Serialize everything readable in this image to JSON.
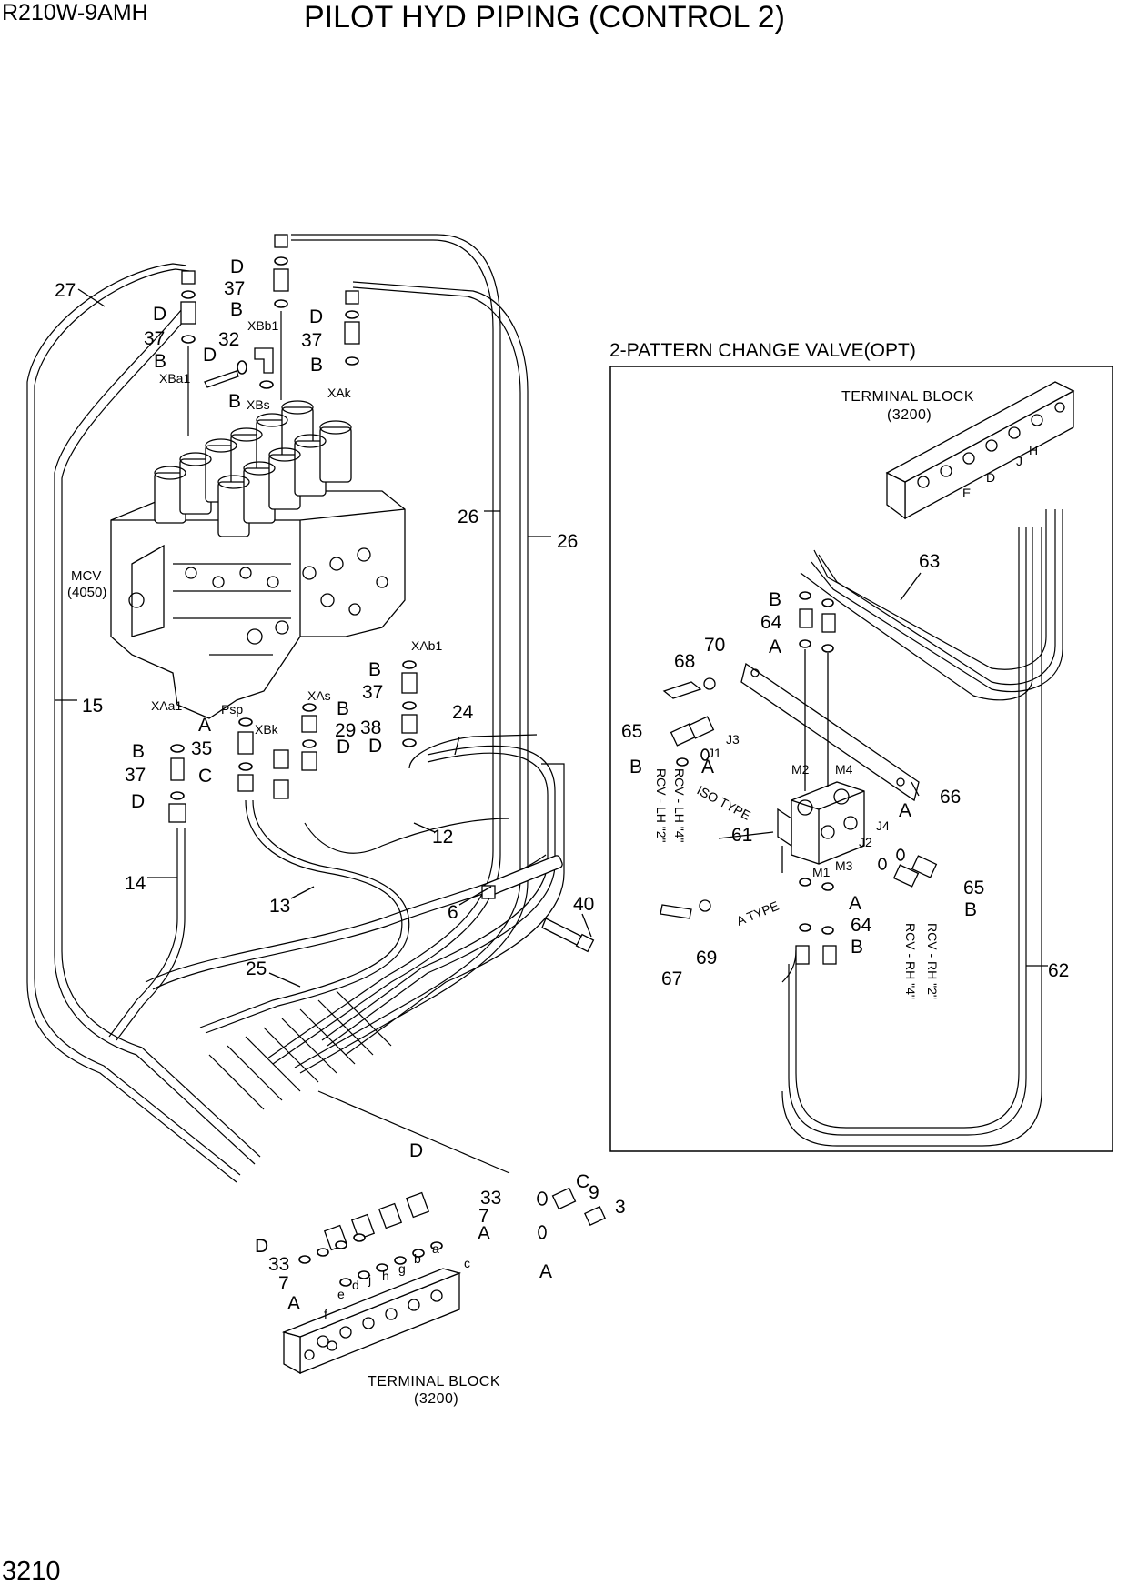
{
  "header": {
    "model": "R210W-9AMH",
    "title": "PILOT HYD PIPING (CONTROL 2)"
  },
  "page_number": "3210",
  "option_box": {
    "title": "2-PATTERN CHANGE VALVE(OPT)"
  },
  "mcv": {
    "name": "MCV",
    "ref": "(4050)"
  },
  "terminal_block_top": {
    "name": "TERMINAL BLOCK",
    "ref": "(3200)"
  },
  "terminal_block_bottom": {
    "name": "TERMINAL BLOCK",
    "ref": "(3200)"
  },
  "callouts": {
    "c27": "27",
    "c26a": "26",
    "c26b": "26",
    "c15": "15",
    "c14": "14",
    "c13": "13",
    "c12": "12",
    "c25": "25",
    "c24": "24",
    "c6": "6",
    "c40": "40",
    "c29": "29",
    "c35": "35",
    "c38": "38",
    "c37a": "37",
    "c37b": "37",
    "c37c": "37",
    "c37d": "37",
    "c37e": "37",
    "c32": "32",
    "c33a": "33",
    "c33b": "33",
    "c7a": "7",
    "c7b": "7",
    "c9": "9",
    "c3": "3",
    "c63": "63",
    "c64a": "64",
    "c64b": "64",
    "c68": "68",
    "c70": "70",
    "c65a": "65",
    "c65b": "65",
    "c66": "66",
    "c61": "61",
    "c67": "67",
    "c69": "69",
    "c62": "62"
  },
  "letters": {
    "D1": "D",
    "D2": "D",
    "D3": "D",
    "D4": "D",
    "D5": "D",
    "D6": "D",
    "D7": "D",
    "D8": "D",
    "D9": "D",
    "B1": "B",
    "B2": "B",
    "B3": "B",
    "B4": "B",
    "B5": "B",
    "B6": "B",
    "B7": "B",
    "B8": "B",
    "B9": "B",
    "B10": "B",
    "B11": "B",
    "A1": "A",
    "A2": "A",
    "A3": "A",
    "A4": "A",
    "A5": "A",
    "A6": "A",
    "A7": "A",
    "A8": "A",
    "C1": "C",
    "C2": "C"
  },
  "ports": {
    "XBa1": "XBa1",
    "XBb1": "XBb1",
    "XBs": "XBs",
    "XAk": "XAk",
    "XAb1": "XAb1",
    "XAs": "XAs",
    "XBk": "XBk",
    "Psp": "Psp",
    "XAa1": "XAa1",
    "J1": "J1",
    "J2": "J2",
    "J3": "J3",
    "J4": "J4",
    "M1": "M1",
    "M2": "M2",
    "M3": "M3",
    "M4": "M4",
    "tH": "H",
    "tJ": "J",
    "tD": "D",
    "tE": "E",
    "a": "a",
    "b": "b",
    "c": "c",
    "d": "d",
    "e": "e",
    "f": "f",
    "g": "g",
    "h": "h",
    "j": "j"
  },
  "annotations": {
    "iso_type": "ISO TYPE",
    "a_type": "A TYPE",
    "rcv_lh4": "RCV - LH \"4\"",
    "rcv_lh2": "RCV - LH \"2\"",
    "rcv_rh2": "RCV - RH \"2\"",
    "rcv_rh4": "RCV - RH \"4\""
  }
}
